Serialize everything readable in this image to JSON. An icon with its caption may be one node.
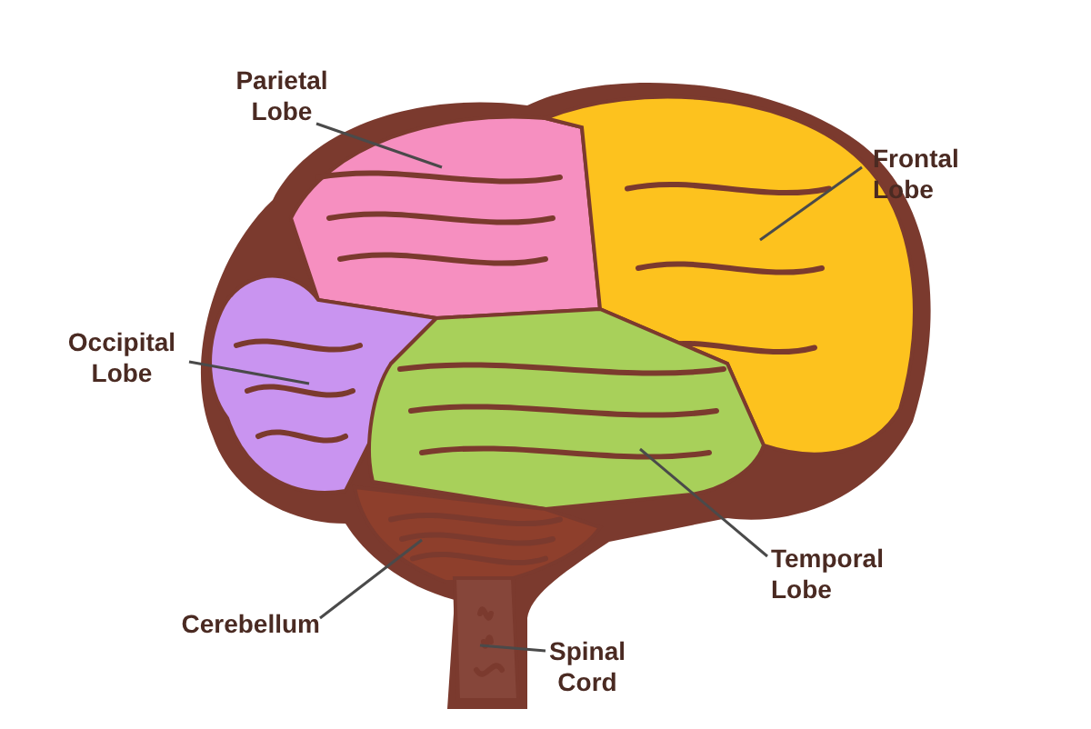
{
  "diagram": {
    "nodes": [
      {
        "text": [
          "Parietal Lobe"
        ]
      },
      {
        "text": [
          "Frontal Lobe"
        ]
      },
      {
        "text": [
          "Occipital Lobe"
        ]
      },
      {
        "text": [
          "Temporal Lobe"
        ]
      },
      {
        "text": [
          "Cerebellum"
        ]
      },
      {
        "text": [
          "Spinal Cord"
        ]
      },
      {
        "text": [],
        "shape": "picture"
      },
      {
        "text": [],
        "shape": "picture"
      },
      {
        "text": [],
        "shape": "picture"
      },
      {
        "text": [],
        "shape": "picture"
      },
      {
        "text": [],
        "shape": "picture"
      },
      {
        "text": [],
        "shape": "picture"
      }
    ],
    "edges": [
      {
        "from": 0,
        "to": 6,
        "arrow": "none"
      },
      {
        "from": 1,
        "to": 7,
        "arrow": "none"
      },
      {
        "from": 2,
        "to": 8,
        "arrow": "none"
      },
      {
        "from": 3,
        "to": 9,
        "arrow": "none"
      },
      {
        "from": 4,
        "to": 10,
        "arrow": "none"
      },
      {
        "from": 5,
        "to": 11,
        "arrow": "none"
      }
    ]
  }
}
